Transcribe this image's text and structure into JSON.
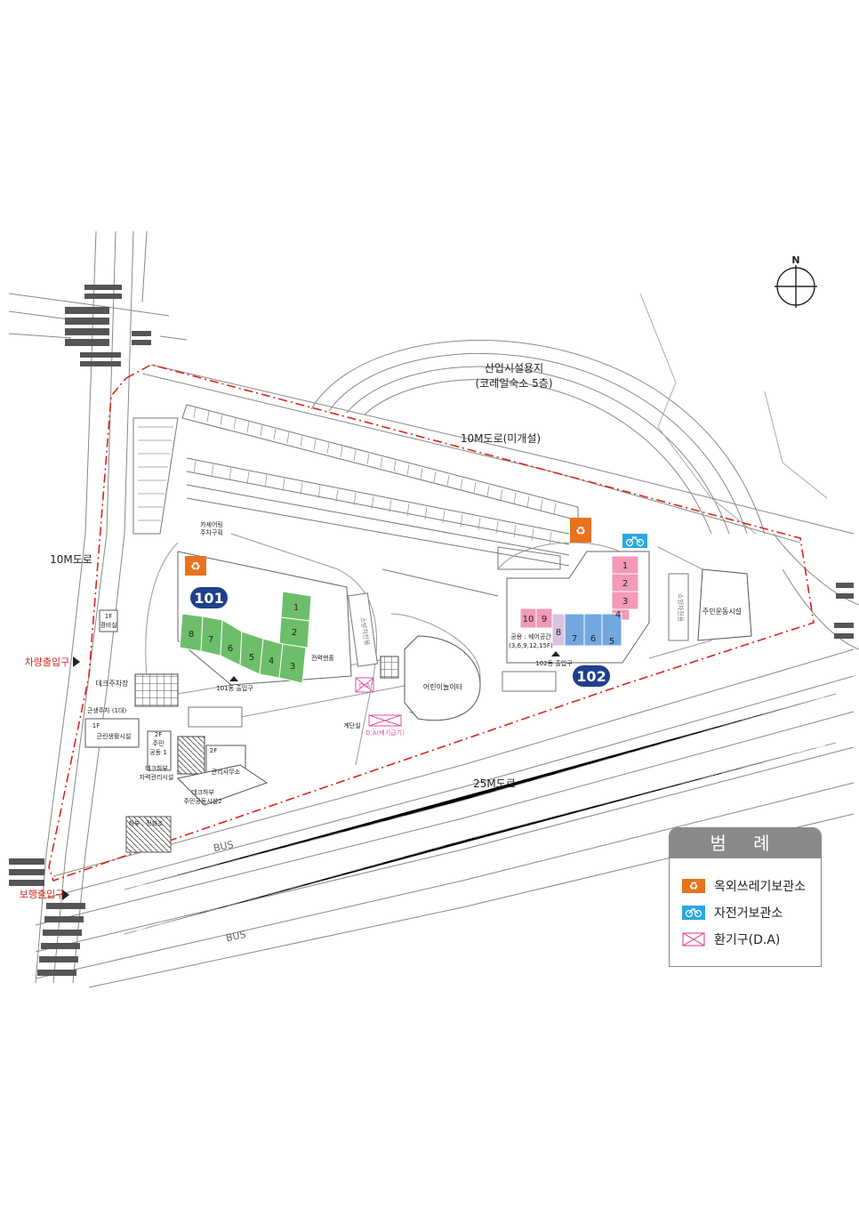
{
  "compass": {
    "north": "N"
  },
  "areas": {
    "industrial_site": "산업시설용지",
    "industrial_site_sub": "(코레일숙소 5층)",
    "road_10m_unbuilt": "10M도로(미개설)",
    "road_10m_west": "10M도로",
    "road_25m": "25M도로",
    "bus_1": "BUS",
    "bus_2": "BUS"
  },
  "entrances": {
    "vehicle": "차량출입구",
    "pedestrian": "보행출입구"
  },
  "buildings": {
    "b101_badge": "101",
    "b102_badge": "102",
    "b101_units": [
      "1",
      "2",
      "3",
      "4",
      "5",
      "6",
      "7",
      "8"
    ],
    "b102_units_pink": [
      "1",
      "2",
      "3",
      "4",
      "10",
      "9"
    ],
    "b102_units_blue": [
      "7",
      "6",
      "5",
      "8"
    ],
    "b101_entrance": "101동 출입구",
    "b102_entrance": "102동 출입구",
    "b102_shared": "공용 : 쉐어공간",
    "b102_shared_floors": "(3,6,9,12,15F)"
  },
  "facilities": {
    "guard_1f": "1F",
    "guard": "경비실",
    "deck_parking": "데크주차장",
    "neighborhood_parking": "근생주차 (1대)",
    "neighborhood_1f": "1F",
    "neighborhood": "근린생활시설",
    "common1_2f": "2F",
    "common1_a": "주민",
    "common1_b": "공동 1",
    "office_2f": "2F",
    "office": "관리사무소",
    "deck_below_1a": "데크하부",
    "deck_below_1b": "자력관리시설",
    "deck_below_2a": "데크하부",
    "deck_below_2b": "주민공동시설2",
    "septic_below": "하부 : 정화조",
    "carsharing_a": "카셰어링",
    "carsharing_b": "주차구획",
    "electric_room": "전력맨홀",
    "playground": "어린이놀이터",
    "sports": "주민운동시설",
    "stair_room": "계단실",
    "da_label": "D.A",
    "da_exhaust": "D.A(배기급기)",
    "fire_lane_1": "소방차전용",
    "fire_lane_2": "소방차전용"
  },
  "legend": {
    "title": "범 례",
    "items": [
      {
        "label": "옥외쓰레기보관소",
        "icon": "recycle-icon",
        "color": "#e8731f"
      },
      {
        "label": "자전거보관소",
        "icon": "bicycle-icon",
        "color": "#2aa8de"
      },
      {
        "label": "환기구(D.A)",
        "icon": "vent-icon",
        "color": "#e0529c"
      }
    ]
  },
  "colors": {
    "boundary": "#d8261f",
    "green_building": "#6dbe6a",
    "pink_building": "#f29ab8",
    "blue_building": "#73a7e0",
    "badge": "#1f3f8c",
    "recycle": "#e8731f",
    "bicycle": "#2aa8de"
  }
}
